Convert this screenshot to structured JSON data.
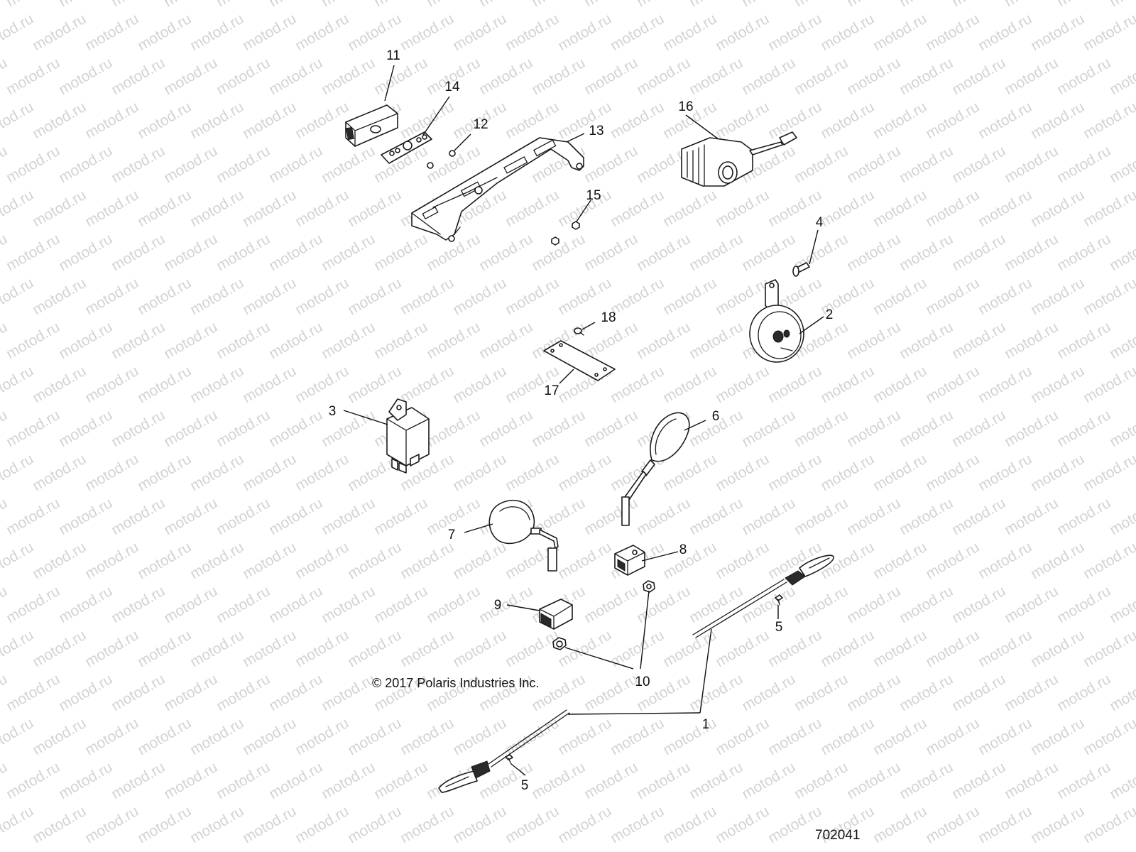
{
  "watermark_text": "motod.ru",
  "copyright": "© 2017 Polaris Industries Inc.",
  "diagram_id": "702041",
  "callouts": {
    "c1": "1",
    "c2": "2",
    "c3": "3",
    "c4": "4",
    "c5a": "5",
    "c5b": "5",
    "c6": "6",
    "c7": "7",
    "c8": "8",
    "c9": "9",
    "c10": "10",
    "c11": "11",
    "c12": "12",
    "c13": "13",
    "c14": "14",
    "c15": "15",
    "c16": "16",
    "c17": "17",
    "c18": "18"
  }
}
